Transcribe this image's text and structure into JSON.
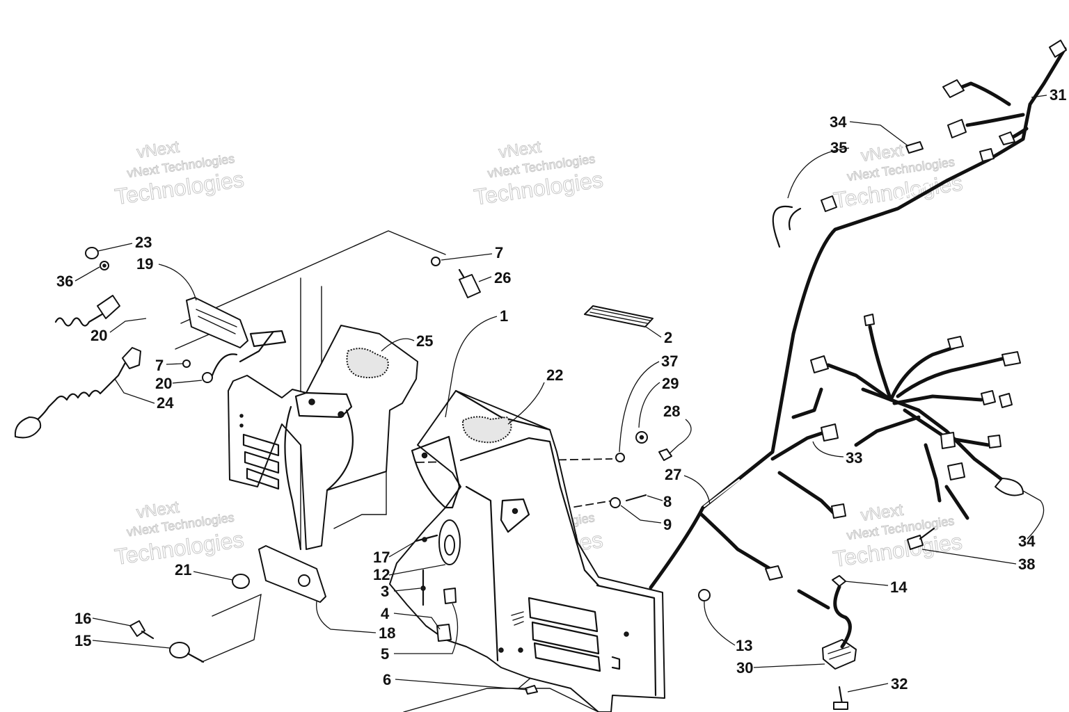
{
  "watermark": {
    "line1": "vNext",
    "line2": "vNext Technologies",
    "line3": "Technologies"
  },
  "callouts": [
    {
      "n": "1"
    },
    {
      "n": "2"
    },
    {
      "n": "3"
    },
    {
      "n": "4"
    },
    {
      "n": "5"
    },
    {
      "n": "6"
    },
    {
      "n": "7"
    },
    {
      "n": "7"
    },
    {
      "n": "8"
    },
    {
      "n": "9"
    },
    {
      "n": "12"
    },
    {
      "n": "13"
    },
    {
      "n": "14"
    },
    {
      "n": "15"
    },
    {
      "n": "16"
    },
    {
      "n": "17"
    },
    {
      "n": "18"
    },
    {
      "n": "19"
    },
    {
      "n": "20"
    },
    {
      "n": "20"
    },
    {
      "n": "21"
    },
    {
      "n": "22"
    },
    {
      "n": "23"
    },
    {
      "n": "24"
    },
    {
      "n": "25"
    },
    {
      "n": "26"
    },
    {
      "n": "27"
    },
    {
      "n": "28"
    },
    {
      "n": "29"
    },
    {
      "n": "30"
    },
    {
      "n": "31"
    },
    {
      "n": "32"
    },
    {
      "n": "33"
    },
    {
      "n": "34"
    },
    {
      "n": "34"
    },
    {
      "n": "35"
    },
    {
      "n": "36"
    },
    {
      "n": "37"
    },
    {
      "n": "38"
    }
  ]
}
